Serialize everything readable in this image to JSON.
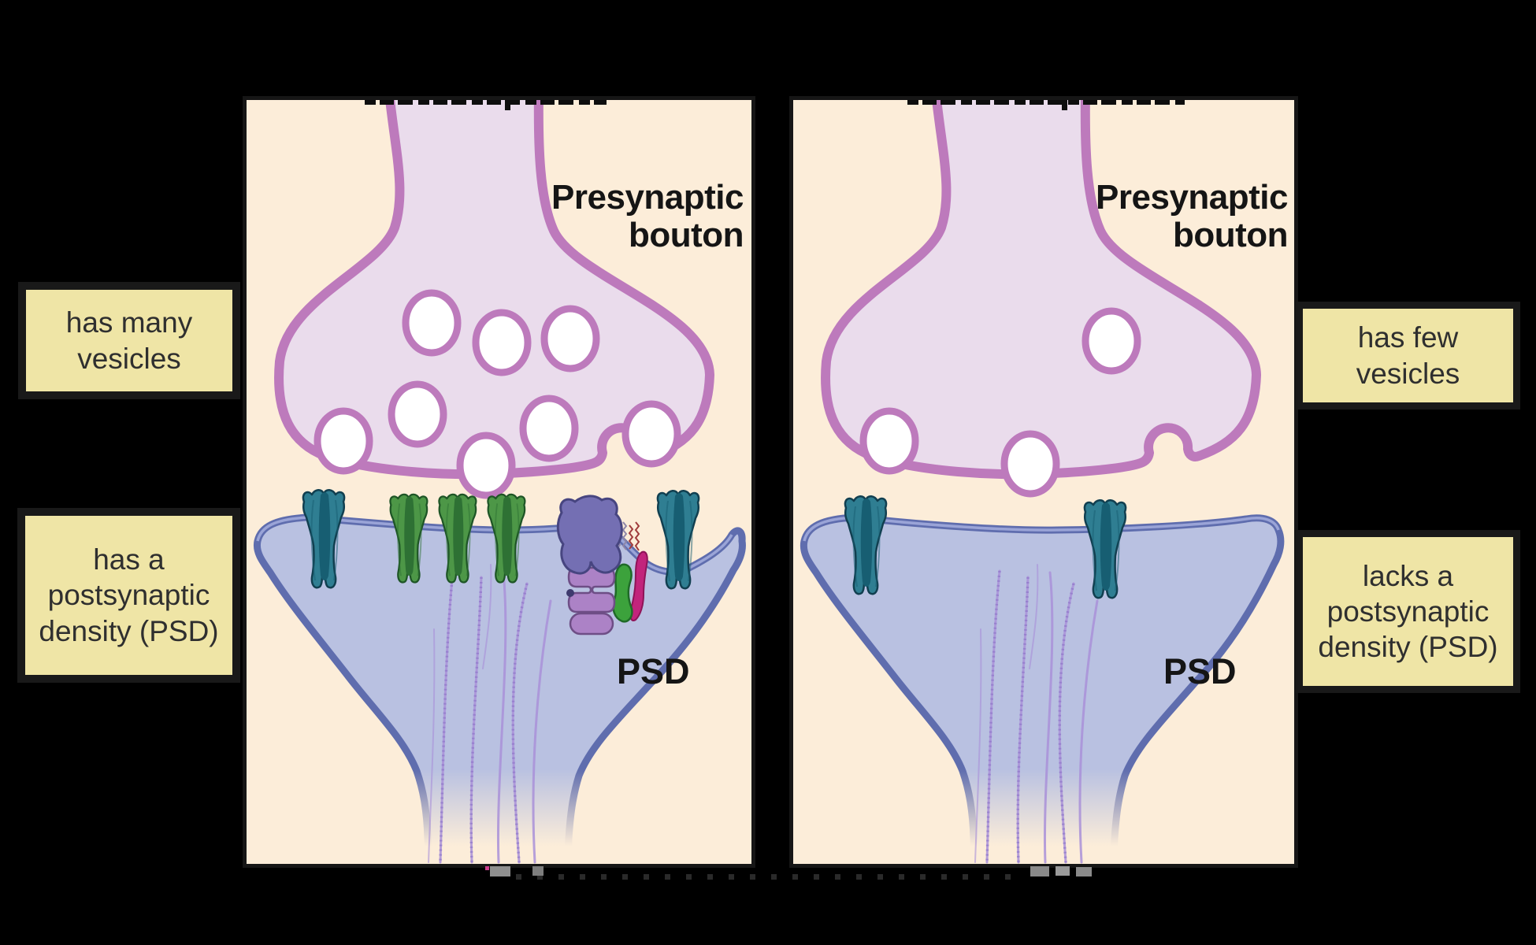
{
  "panels": [
    {
      "name": "left-synapse",
      "bouton_label": "Presynaptic\nbouton",
      "psd_label": "PSD",
      "vesicle_count": 8,
      "teal_receptor_count": 2,
      "green_receptor_count": 3,
      "has_protein_complex": true
    },
    {
      "name": "right-synapse",
      "bouton_label": "Presynaptic\nbouton",
      "psd_label": "PSD",
      "vesicle_count": 3,
      "teal_receptor_count": 2,
      "green_receptor_count": 0,
      "has_protein_complex": false
    }
  ],
  "callouts": [
    {
      "text": "has many\nvesicles"
    },
    {
      "text": "has a\npostsynaptic\ndensity (PSD)"
    },
    {
      "text": "has few\nvesicles"
    },
    {
      "text": "lacks a\npostsynaptic\ndensity (PSD)"
    }
  ],
  "colors": {
    "background": "#000000",
    "panel_fill": "#FCEDD9",
    "panel_border": "#161616",
    "bouton_fill": "#EADCEC",
    "bouton_outline": "#BD7ABC",
    "vesicle_fill": "#FFFFFF",
    "spine_fill": "#B9C1E1",
    "spine_outline": "#5F6DAE",
    "spine_inner_line": "#9AA4D7",
    "filament": "#A990D8",
    "receptor_teal": "#2F7E92",
    "receptor_teal_core": "#175E72",
    "receptor_green": "#4D9747",
    "receptor_green_core": "#2E7134",
    "protein_purple": "#746FB3",
    "protein_lavender": "#AC82C6",
    "protein_green": "#3CA23C",
    "protein_magenta": "#C2247C",
    "callout_fill": "#EFE5A6",
    "callout_border": "#191919",
    "label_text": "#151515",
    "callout_text": "#2F2F2F"
  }
}
